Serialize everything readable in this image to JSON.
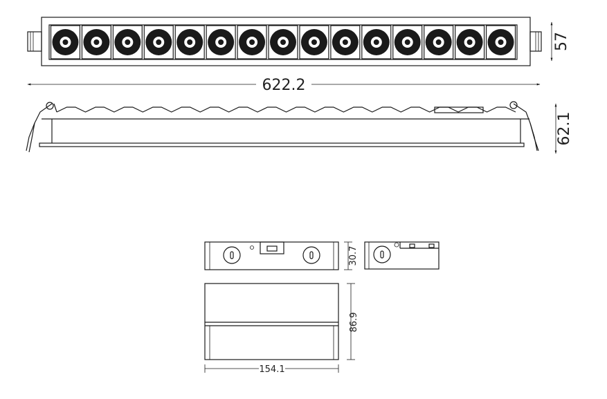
{
  "dimensions": {
    "length": "622.2",
    "front_height": "57",
    "side_height": "62.1",
    "driver_height": "30.7",
    "driver_depth": "86.9",
    "driver_width": "154.1"
  },
  "front_view": {
    "led_count": 15
  },
  "colors": {
    "line": "#1a1a1a",
    "led_fill": "#1a1a1a",
    "background": "#ffffff"
  }
}
